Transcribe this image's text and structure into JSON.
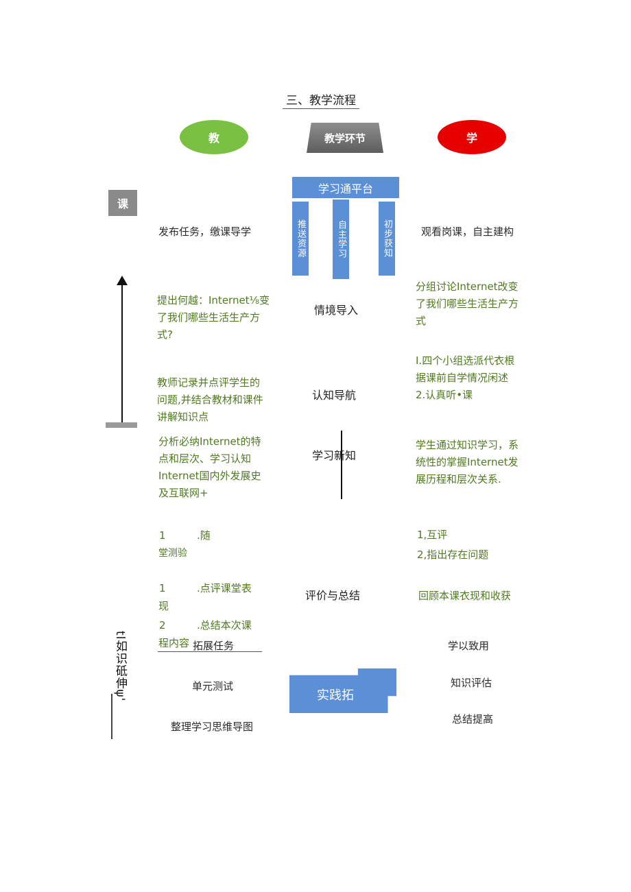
{
  "heading": "三、教学流程",
  "header": {
    "teach": "教",
    "stage": "教学环节",
    "learn": "学"
  },
  "colors": {
    "teach_oval": "#7ac143",
    "learn_oval": "#e60000",
    "platform_blue": "#5b8fd6",
    "stage_gray": "#7a7a7a",
    "teacher_text": "#4f7a1f"
  },
  "side": {
    "pre_label": "课",
    "bottom_label": "tl如识砥伸ψ'"
  },
  "platform": {
    "title": "学习通平台",
    "items": [
      "推送资源",
      "自主学习",
      "初步获知"
    ]
  },
  "pre_class": {
    "teacher": "发布任务，缴课导学",
    "student": "观看岗课，自主建构"
  },
  "rows": [
    {
      "stage": "情境导入",
      "teacher": [
        "提出何越：Internet⅛变",
        "了我们哪些生活生产方",
        "式?"
      ],
      "student": [
        "分组讨论Internet改变",
        "了我们哪些生活生产方",
        "式"
      ]
    },
    {
      "stage": "认知导航",
      "teacher": [
        "教师记录并点评学生的",
        "问题,并结合教材和课件",
        "讲解知识点"
      ],
      "student": [
        "I.四个小组选派代衣根",
        "据课前自学情况闲述",
        "2.认真听•课"
      ]
    },
    {
      "stage": "学习新知",
      "teacher": [
        "分析必纳Internet的特",
        "点和层次、学习认知",
        "Internet国内外发展史",
        "及互联网+"
      ],
      "student": [
        "学生通过知识学习，系",
        "统性的掌握Internet发",
        "展历程和层次关系."
      ]
    }
  ],
  "evaluation": {
    "stage": "评价与总结",
    "teacher": {
      "item1_num": "1",
      "item1_text": ".随",
      "item1_cont": "堂测验",
      "item2_num": "1",
      "item2_text": ".点评课堂表",
      "item2_cont": "现",
      "item3_num": "2",
      "item3_text": ".总结本次课",
      "item3_cont": "程内容"
    },
    "student": [
      "1,互评",
      "2,指出存在问题",
      "回顾本课衣现和收获"
    ]
  },
  "extension": {
    "stage": "实践拓",
    "teacher": [
      "拓展任务",
      "单元测试",
      "整理学习思维导图"
    ],
    "student": [
      "学以致用",
      "知识评估",
      "总结提高"
    ]
  }
}
